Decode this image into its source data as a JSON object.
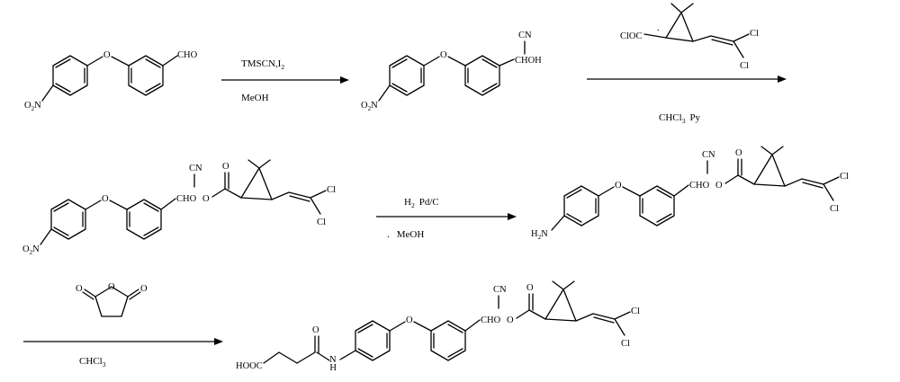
{
  "scheme": {
    "step1": {
      "reagents_top": "TMSCN,I",
      "reagents_top_sub": "2",
      "reagents_bottom": "MeOH"
    },
    "step2": {
      "reagent_label": "ClOC",
      "reagents_bottom": "CHCl",
      "reagents_bottom_sub": "3",
      "reagents_bottom_extra": "Py"
    },
    "step3": {
      "reagents_top_a": "H",
      "reagents_top_sub": "2",
      "reagents_top_b": "Pd/C",
      "reagents_bottom_dot": ".",
      "reagents_bottom": "MeOH"
    },
    "step4": {
      "reagents_bottom": "CHCl",
      "reagents_bottom_sub": "3"
    }
  },
  "atoms": {
    "o": "O",
    "cho": "CHO",
    "cn": "CN",
    "choh": "CHOH",
    "cl": "Cl",
    "o2n": "O",
    "o2n_sub": "2",
    "o2n_n": "N",
    "h2n": "H",
    "h2n_sub": "2",
    "h2n_n": "N",
    "cho_ester": "CHO",
    "o_ester": "O",
    "hooc": "HOOC",
    "nh": "H",
    "nh_n": "N"
  }
}
